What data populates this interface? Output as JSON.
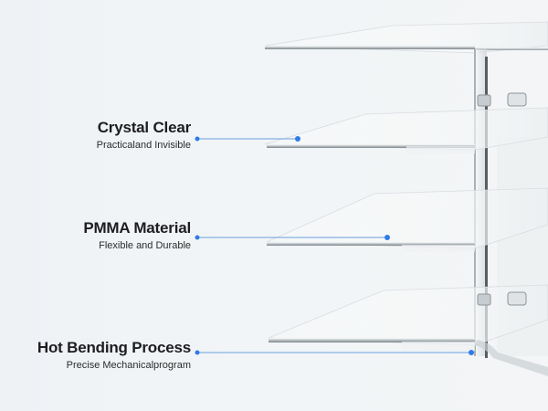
{
  "features": [
    {
      "title": "Crystal Clear",
      "subtitle": "Practicaland Invisible"
    },
    {
      "title": "PMMA Material",
      "subtitle": "Flexible and Durable"
    },
    {
      "title": "Hot Bending Process",
      "subtitle": "Precise Mechanicalprogram"
    }
  ],
  "colors": {
    "background": "#eef2f5",
    "callout_line": "#6a9fe0",
    "callout_dot": "#2f7be8",
    "acrylic_edge": "#9aa3a8"
  }
}
